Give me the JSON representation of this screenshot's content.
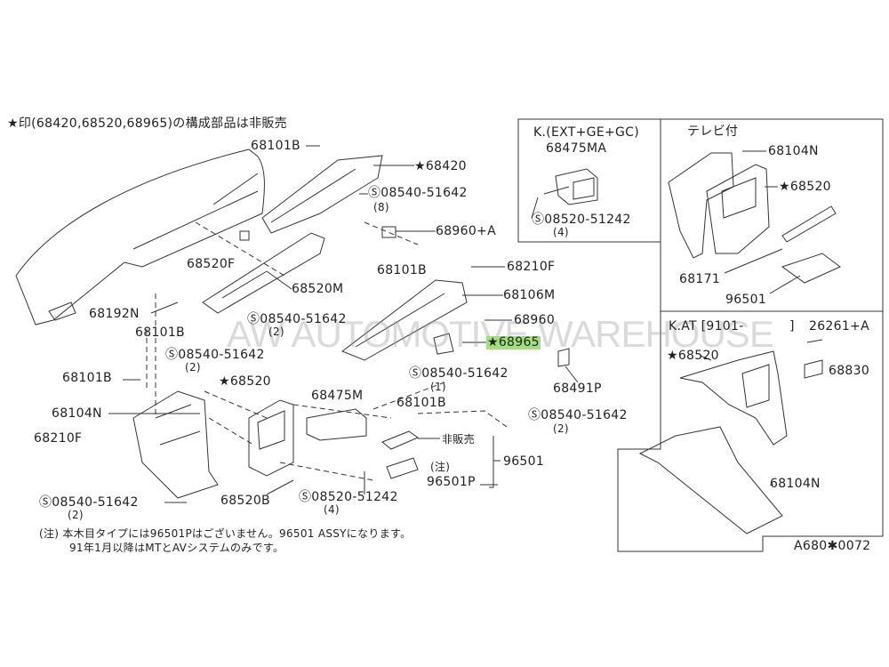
{
  "header_note": "★印(68420,68520,68965)の構成部品は非販売",
  "watermark": "AW AUTOMOTIVE WAREHOUSE",
  "main_labels": {
    "p68101B_a": "68101B",
    "p68420": "★68420",
    "s08540_8": "Ⓢ08540-51642",
    "qty_8": "(8)",
    "p68960A": "68960+A",
    "p68520F": "68520F",
    "p68520M": "68520M",
    "p68101B_b": "68101B",
    "p68210F_a": "68210F",
    "p68106M": "68106M",
    "p68960": "68960",
    "p68965": "★68965",
    "p68491P": "68491P",
    "p68192N": "68192N",
    "p68101B_c": "68101B",
    "s08540_2a": "Ⓢ08540-51642",
    "qty_2a": "(2)",
    "s08540_2b": "Ⓢ08540-51642",
    "qty_2b": "(2)",
    "p68101B_d": "68101B",
    "p68520": "★68520",
    "p68475M": "68475M",
    "s08540_1": "Ⓢ08540-51642",
    "qty_1": "(1)",
    "p68104N": "68104N",
    "p68101B_e": "68101B",
    "s08540_2c": "Ⓢ08540-51642",
    "qty_2c": "(2)",
    "p68210F_b": "68210F",
    "not_sold": "非販売",
    "note_mark": "(注)",
    "p96501": "96501",
    "p96501P": "96501P",
    "p68520B": "68520B",
    "s08520_4": "Ⓢ08520-51242",
    "qty_4": "(4)",
    "s08540_2d": "Ⓢ08540-51642",
    "qty_2d": "(2)"
  },
  "footnote": {
    "line1": "(注) 本木目タイプには96501Pはございません。96501 ASSYになります。",
    "line2": "91年1月以降はMTとAVシステムのみです。"
  },
  "panel_ext": {
    "title": "K.(EXT+GE+GC)",
    "p68475MA": "68475MA",
    "s08520": "Ⓢ08520-51242",
    "qty": "(4)"
  },
  "panel_tv": {
    "title": "テレビ付",
    "p68104N": "68104N",
    "p68520": "★68520",
    "p68171": "68171",
    "p96501": "96501"
  },
  "panel_at": {
    "title": "K.AT [9101-",
    "bracket_close": "]",
    "p26261A": "26261+A",
    "p68520": "★68520",
    "p68830": "68830",
    "p68104N": "68104N"
  },
  "diagram_code": "A680✱0072",
  "colors": {
    "highlight": "#9fe07a",
    "line": "#333333"
  }
}
